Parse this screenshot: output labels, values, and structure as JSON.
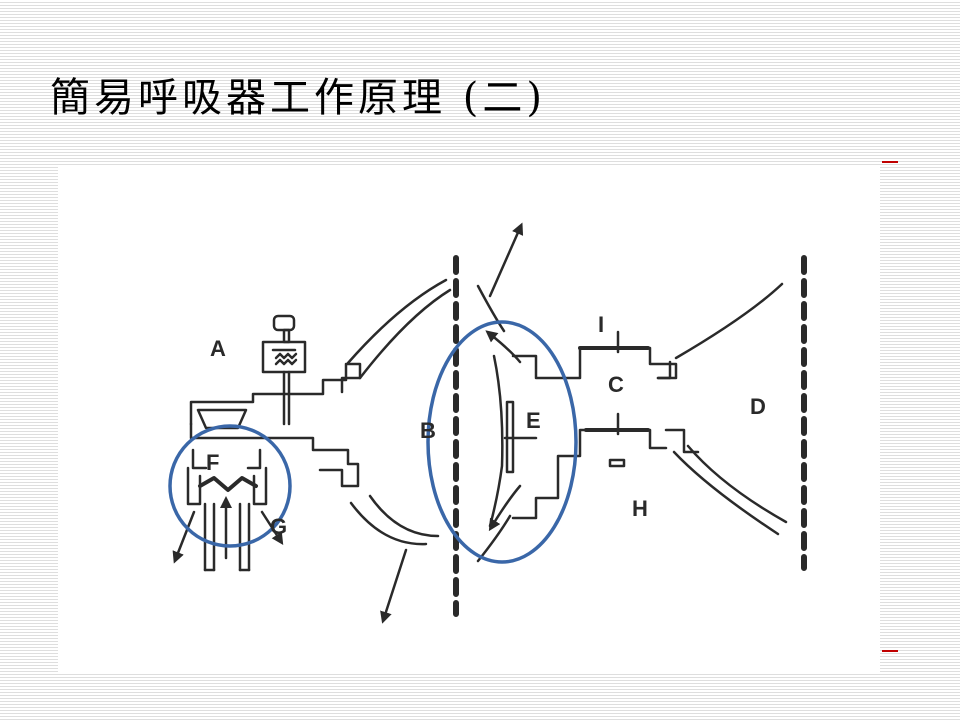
{
  "slide": {
    "title": "簡易呼吸器工作原理 (二)"
  },
  "diagram": {
    "labels": {
      "a": "A",
      "b": "B",
      "c": "C",
      "d": "D",
      "e": "E",
      "f": "F",
      "g": "G",
      "h": "H",
      "i": "I"
    }
  },
  "colors": {
    "highlight": "#3a67a8",
    "accent": "#c00000",
    "ink": "#2a2a2a"
  }
}
